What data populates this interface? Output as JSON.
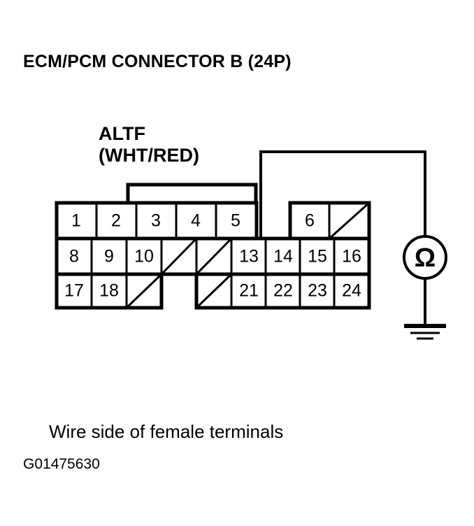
{
  "title": "ECM/PCM CONNECTOR B (24P)",
  "wire_label": {
    "signal": "ALTF",
    "color": "(WHT/RED)"
  },
  "caption": "Wire side of female terminals",
  "reference_code": "G01475630",
  "meter": {
    "symbol": "Ω",
    "name": "ohmmeter"
  },
  "colors": {
    "line": "#000000",
    "background": "#ffffff"
  },
  "connector": {
    "pin_count": "24",
    "rows": [
      {
        "row_index": "1",
        "cells": [
          {
            "label": "1",
            "type": "pin"
          },
          {
            "label": "2",
            "type": "pin"
          },
          {
            "label": "3",
            "type": "pin"
          },
          {
            "label": "4",
            "type": "pin"
          },
          {
            "label": "5",
            "type": "pin"
          },
          {
            "label": "",
            "type": "gap"
          },
          {
            "label": "6",
            "type": "pin"
          },
          {
            "label": "",
            "type": "blank-diagonal"
          }
        ]
      },
      {
        "row_index": "2",
        "cells": [
          {
            "label": "8",
            "type": "pin"
          },
          {
            "label": "9",
            "type": "pin"
          },
          {
            "label": "10",
            "type": "pin"
          },
          {
            "label": "",
            "type": "blank-diagonal"
          },
          {
            "label": "",
            "type": "blank-diagonal"
          },
          {
            "label": "13",
            "type": "pin"
          },
          {
            "label": "14",
            "type": "pin"
          },
          {
            "label": "15",
            "type": "pin"
          },
          {
            "label": "16",
            "type": "pin"
          }
        ]
      },
      {
        "row_index": "3",
        "cells": [
          {
            "label": "17",
            "type": "pin"
          },
          {
            "label": "18",
            "type": "pin"
          },
          {
            "label": "",
            "type": "blank-diagonal"
          },
          {
            "label": "",
            "type": "gap"
          },
          {
            "label": "",
            "type": "blank-diagonal"
          },
          {
            "label": "21",
            "type": "pin"
          },
          {
            "label": "22",
            "type": "pin"
          },
          {
            "label": "23",
            "type": "pin"
          },
          {
            "label": "24",
            "type": "pin"
          }
        ]
      }
    ]
  }
}
